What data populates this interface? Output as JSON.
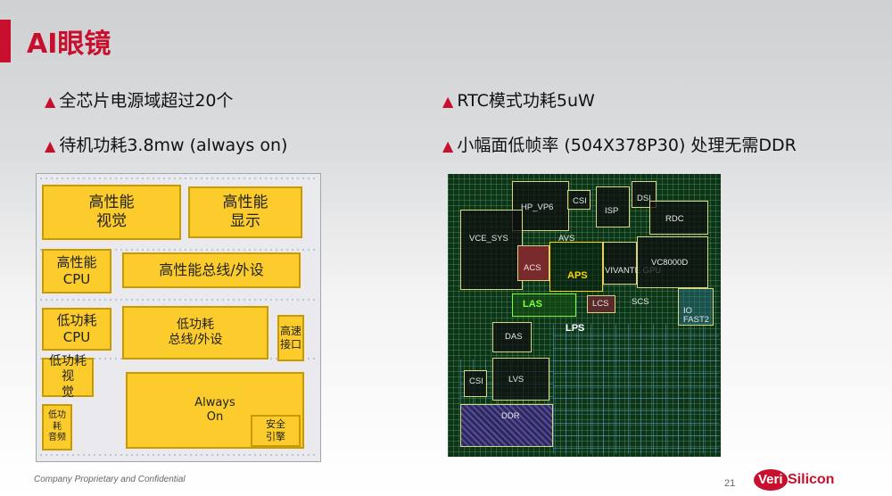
{
  "title": "AI眼镜",
  "bullets": {
    "b1": "全芯片电源域超过20个",
    "b2": "待机功耗3.8mw (always on)",
    "b3": "RTC模式功耗5uW",
    "b4": "小幅面低帧率 (504X378P30) 处理无需DDR",
    "marker": "▲"
  },
  "floorplan": {
    "hp_vision": "高性能\n视觉",
    "hp_display": "高性能\n显示",
    "hp_cpu": "高性能\nCPU",
    "hp_bus": "高性能总线/外设",
    "lp_cpu": "低功耗\nCPU",
    "lp_bus": "低功耗\n总线/外设",
    "hs_if": "高速\n接口",
    "lp_vision": "低功耗视\n觉",
    "always_on": "Always\nOn",
    "lp_audio": "低功\n耗\n音频",
    "sec_engine": "安全\n引擎"
  },
  "die": {
    "hp_vp6": "HP_VP6",
    "csi_top": "CSI",
    "isp": "ISP",
    "dsi": "DSI",
    "rdc": "RDC",
    "vce_sys": "VCE_SYS",
    "avs": "AVS",
    "acs": "ACS",
    "aps": "APS",
    "vivante": "VIVANTE\nGPU",
    "vc8000d": "VC8000D",
    "las": "LAS",
    "lcs": "LCS",
    "scs": "SCS",
    "io": "IO",
    "fast2": "FAST2",
    "lps": "LPS",
    "das": "DAS",
    "csi_bot": "CSI",
    "lvs": "LVS",
    "ddr": "DDR"
  },
  "footer": "Company Proprietary and Confidential",
  "page_number": "21",
  "logo": {
    "veri": "Veri",
    "silicon": "Silicon"
  }
}
